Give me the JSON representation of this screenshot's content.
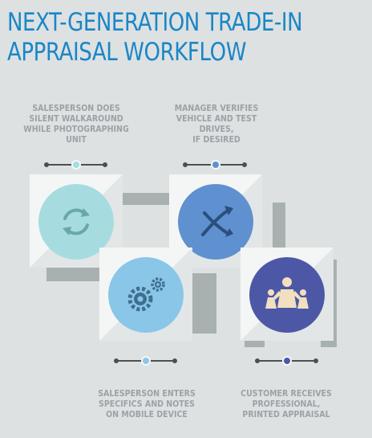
{
  "title": {
    "line1": "NEXT-GENERATION TRADE-IN",
    "line2": "APPRAISAL WORKFLOW"
  },
  "colors": {
    "title": "#1a86c6",
    "caption": "#9ba2a6",
    "background": "#dde1e2",
    "shadow": "#a8b0b0"
  },
  "steps": [
    {
      "id": "walkaround",
      "caption": "SALESPERSON DOES\nSILENT WALKAROUND\nWHILE PHOTOGRAPHING UNIT",
      "icon": "refresh-cycle-icon",
      "circle_color": "#a6dce0",
      "icon_color": "#6aa6ad"
    },
    {
      "id": "mobile-entry",
      "caption": "SALESPERSON ENTERS\nSPECIFICS AND NOTES\nON MOBILE DEVICE",
      "icon": "gears-icon",
      "circle_color": "#8ac6e8",
      "icon_color": "#3f6f8e"
    },
    {
      "id": "manager-verify",
      "caption": "MANAGER VERIFIES\nVEHICLE AND TEST DRIVES,\nIF DESIRED",
      "icon": "crossing-arrows-icon",
      "circle_color": "#5f90cf",
      "icon_color": "#2b4f7c"
    },
    {
      "id": "customer-appraisal",
      "caption": "CUSTOMER RECEIVES\nPROFESSIONAL,\nPRINTED APPRAISAL",
      "icon": "family-icon",
      "circle_color": "#4c58a6",
      "icon_color": "#f2dfc0"
    }
  ]
}
